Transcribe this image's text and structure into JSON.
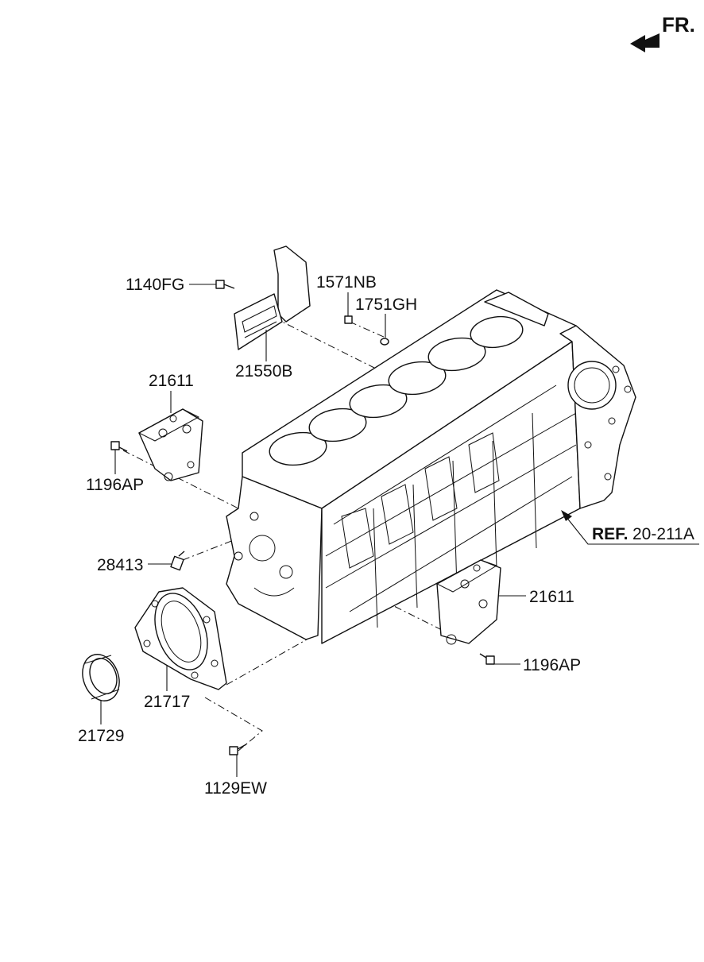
{
  "orientation": {
    "label": "FR."
  },
  "reference": {
    "prefix": "REF.",
    "code": "20-211A"
  },
  "callouts": [
    {
      "id": "c-1140fg",
      "number": "1140FG"
    },
    {
      "id": "c-1571nb",
      "number": "1571NB"
    },
    {
      "id": "c-1751gh",
      "number": "1751GH"
    },
    {
      "id": "c-21550b",
      "number": "21550B"
    },
    {
      "id": "c-21611-a",
      "number": "21611"
    },
    {
      "id": "c-1196ap-a",
      "number": "1196AP"
    },
    {
      "id": "c-28413",
      "number": "28413"
    },
    {
      "id": "c-21611-b",
      "number": "21611"
    },
    {
      "id": "c-1196ap-b",
      "number": "1196AP"
    },
    {
      "id": "c-21717",
      "number": "21717"
    },
    {
      "id": "c-21729",
      "number": "21729"
    },
    {
      "id": "c-1129ew",
      "number": "1129EW"
    }
  ]
}
